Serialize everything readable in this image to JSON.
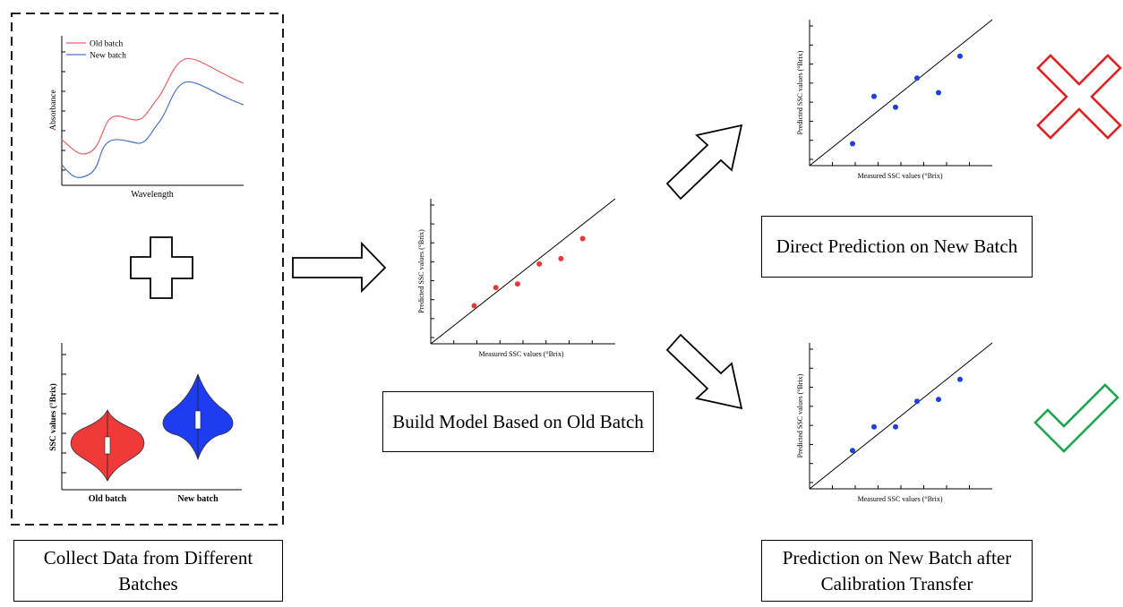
{
  "captions": {
    "collect": "Collect Data from Different Batches",
    "build": "Build Model Based on Old Batch",
    "direct": "Direct Prediction on New Batch",
    "transfer": "Prediction on New Batch after Calibration Transfer"
  },
  "spectra": {
    "xlabel": "Wavelength",
    "ylabel": "Absorbance",
    "legend": [
      {
        "name": "Old batch",
        "color": "#e06666"
      },
      {
        "name": "New batch",
        "color": "#4a72c4"
      }
    ]
  },
  "violin": {
    "ylabel": "SSC values (°Brix)",
    "categories": [
      "Old batch",
      "New batch"
    ],
    "colors": [
      "#f03a3a",
      "#1e3cf0"
    ]
  },
  "scatter_common": {
    "xlabel": "Measured SSC values (°Brix)",
    "ylabel": "Predicted SSC values (°Brix)"
  },
  "chart_data": [
    {
      "type": "scatter",
      "name": "build-model",
      "color": "#e53935",
      "x": [
        1,
        2,
        3,
        4,
        5,
        6
      ],
      "y": [
        1.1,
        2.1,
        2.3,
        3.4,
        3.7,
        4.8
      ],
      "xlim": [
        -1,
        7.5
      ],
      "ylim": [
        -1,
        7
      ],
      "xlabel": "Measured SSC values (°Brix)",
      "ylabel": "Predicted SSC values (°Brix)"
    },
    {
      "type": "scatter",
      "name": "direct-prediction",
      "color": "#1b3fe0",
      "x": [
        1,
        2,
        3,
        4,
        5,
        6
      ],
      "y": [
        0.2,
        2.8,
        2.2,
        3.8,
        3.0,
        5.0
      ],
      "xlim": [
        -1,
        7.5
      ],
      "ylim": [
        -1,
        7
      ],
      "xlabel": "Measured SSC values (°Brix)",
      "ylabel": "Predicted SSC values (°Brix)"
    },
    {
      "type": "scatter",
      "name": "after-calibration-transfer",
      "color": "#1b3fe0",
      "x": [
        1,
        2,
        3,
        4,
        5,
        6
      ],
      "y": [
        1.1,
        2.4,
        2.4,
        3.8,
        3.9,
        5.0
      ],
      "xlim": [
        -1,
        7.5
      ],
      "ylim": [
        -1,
        7
      ],
      "xlabel": "Measured SSC values (°Brix)",
      "ylabel": "Predicted SSC values (°Brix)"
    }
  ],
  "marks": {
    "cross_color": "#e02020",
    "check_color": "#1aa64a"
  }
}
